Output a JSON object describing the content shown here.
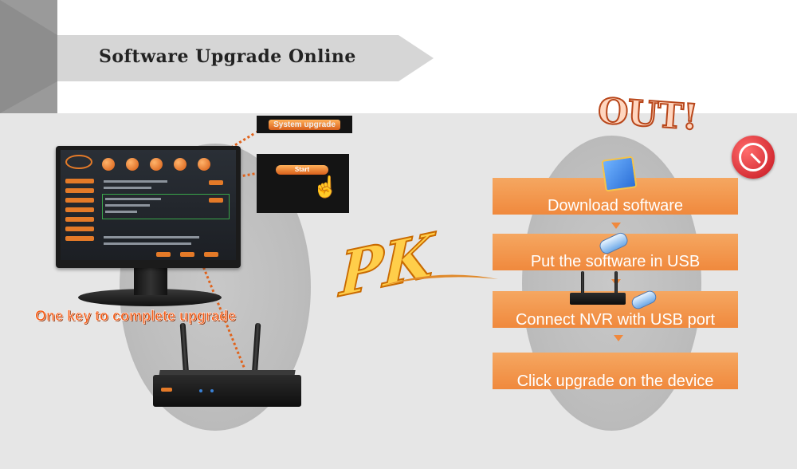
{
  "banner": {
    "title": "Software Upgrade Online"
  },
  "left_panel": {
    "upgrade_label": "System upgrade",
    "start_button": "Start",
    "caption": "One key to complete  upgrade"
  },
  "out_label": "OUT!",
  "pk_label": "PK",
  "steps": [
    {
      "label": "Download software"
    },
    {
      "label": "Put the software in USB"
    },
    {
      "label": "Connect NVR with USB port"
    },
    {
      "label": "Click upgrade on the device"
    }
  ],
  "colors": {
    "accent": "#f0893d",
    "caption": "#f45b16",
    "cross": "#c4141e"
  },
  "icons": [
    "software-package-icon",
    "usb-drive-icon",
    "nvr-device-icon",
    "cross-icon",
    "hand-cursor-icon"
  ]
}
